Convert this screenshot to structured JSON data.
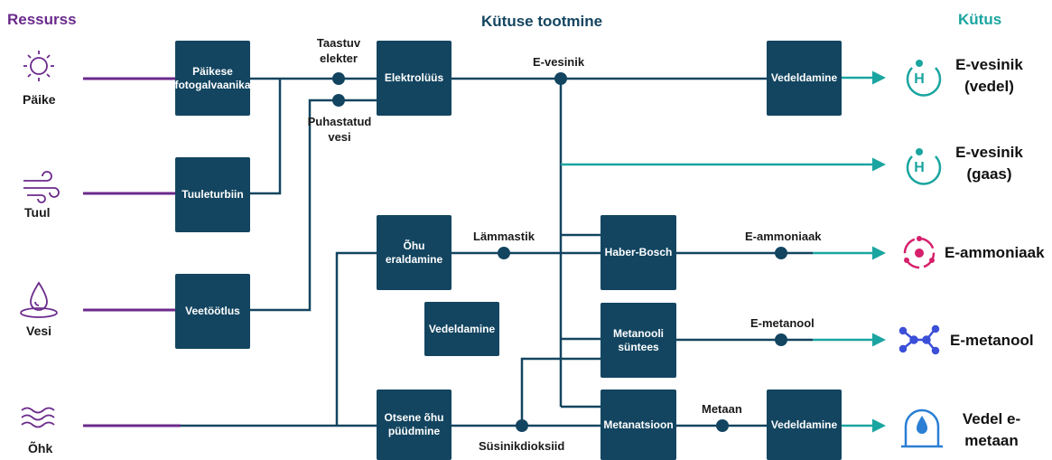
{
  "headers": {
    "resources": "Ressurss",
    "production": "Kütuse tootmine",
    "fuel": "Kütus"
  },
  "resources": [
    {
      "label": "Päike",
      "icon": "sun-icon"
    },
    {
      "label": "Tuul",
      "icon": "wind-icon"
    },
    {
      "label": "Vesi",
      "icon": "water-drop-icon"
    },
    {
      "label": "Õhk",
      "icon": "air-waves-icon"
    }
  ],
  "boxes": {
    "solar": "Päikese fotogalvaanika",
    "wind": "Tuuleturbiin",
    "water": "Veetöötlus",
    "electrolysis": "Elektrolüüs",
    "air_separation": "Õhu eraldamine",
    "liquefaction_mid": "Vedeldamine",
    "dac": "Otsene õhu püüdmine",
    "haber": "Haber-Bosch",
    "methanol": "Metanooli süntees",
    "methanation": "Metanatsioon",
    "liquefaction_top": "Vedeldamine",
    "liquefaction_bottom": "Vedeldamine"
  },
  "flow_labels": {
    "renewable_power": "Taastuv elekter",
    "purified_water": "Puhastatud vesi",
    "e_hydrogen": "E-vesinik",
    "nitrogen": "Lämmastik",
    "co2": "Süsinikdioksiid",
    "e_ammonia": "E-ammoniaak",
    "e_methanol": "E-metanool",
    "methane": "Metaan"
  },
  "fuels": [
    {
      "label": "E-vesinik (vedel)",
      "icon": "hydrogen-icon"
    },
    {
      "label": "E-vesinik (gaas)",
      "icon": "hydrogen-icon"
    },
    {
      "label": "E-ammoniaak",
      "icon": "ammonia-icon"
    },
    {
      "label": "E-metanool",
      "icon": "methanol-icon"
    },
    {
      "label": "Vedel e-metaan",
      "icon": "lng-tank-icon"
    }
  ],
  "colors": {
    "resource": "#6b2a8c",
    "process": "#134560",
    "fuel": "#1aa5a0",
    "ammonia": "#d6206b",
    "methanol": "#3b4fd8",
    "lng": "#2a7fd4"
  }
}
